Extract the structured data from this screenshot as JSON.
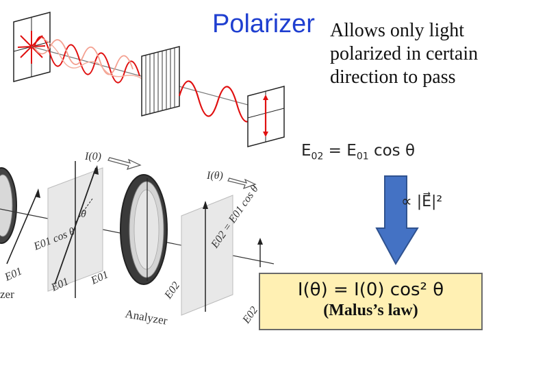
{
  "header": {
    "title": "Polarizer",
    "description": "Allows only light polarized in certain direction to pass"
  },
  "equations": {
    "field_relation": "E₀₂ = E₀₁ cos θ",
    "field_lhs_symbol": "E",
    "field_lhs_sub": "02",
    "field_rhs_symbol": "E",
    "field_rhs_sub": "01",
    "field_rhs_func": "cos θ",
    "intensity_prop": "∝ |E⃗|²",
    "malus_law": "I(θ) = I(0) cos² θ",
    "malus_name": "(Malus’s law)"
  },
  "figure_labels": {
    "intensity_in": "I(0)",
    "intensity_out": "I(θ)",
    "analyzer": "Analyzer",
    "polarizer_partial": "zer",
    "amp_in_diag": "E01 cos θ",
    "amp_out_diag": "E02 = E01 cos θ",
    "e01": "E01",
    "e02": "E02",
    "theta": "θ"
  },
  "colors": {
    "title": "#1f3fd0",
    "wave": "#e01010",
    "arrow": "#4472c4",
    "malus_box": "#fff0b3"
  }
}
